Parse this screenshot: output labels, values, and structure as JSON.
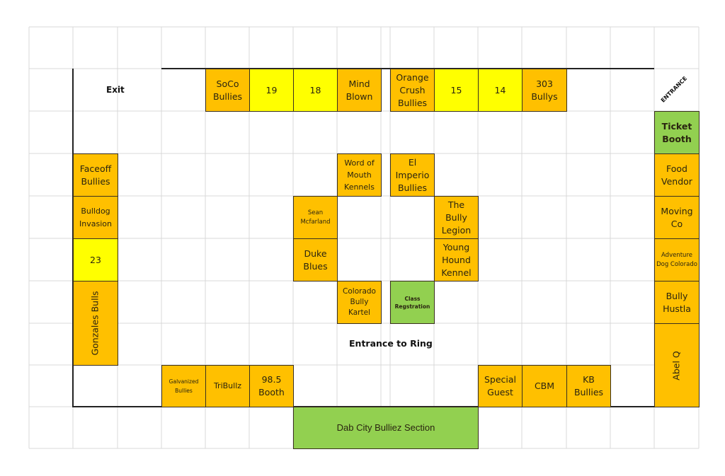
{
  "title_labels": {
    "exit": "Exit",
    "entrance": "ENTRANCE",
    "entrance_to_ring": "Entrance to Ring"
  },
  "colors": {
    "vendor": "#ffc000",
    "numbered": "#ffff00",
    "special": "#92d050",
    "grid": "#d9d9d9"
  },
  "top_row": [
    "SoCo Bullies",
    "19",
    "18",
    "Mind Blown",
    "Orange Crush Bullies",
    "15",
    "14",
    "303 Bullys"
  ],
  "right_column": [
    "Ticket Booth",
    "Food Vendor",
    "Moving Co",
    "Adventure Dog Colorado",
    "Bully Hustla",
    "Abel Q"
  ],
  "left_column": [
    "Faceoff Bullies",
    "Bulldog Invasion",
    "23",
    "Gonzales Bulls"
  ],
  "center_ring": [
    "Word of Mouth Kennels",
    "El Imperio Bullies",
    "Sean Mcfarland",
    "The Bully Legion",
    "Duke Blues",
    "Young Hound Kennel",
    "Colorado Bully Kartel",
    "Class Regstration"
  ],
  "bottom_row": [
    "Galvanized Bullies",
    "TriBullz",
    "98.5 Booth",
    "Special Guest",
    "CBM",
    "KB Bullies"
  ],
  "section": "Dab City Bulliez Section"
}
